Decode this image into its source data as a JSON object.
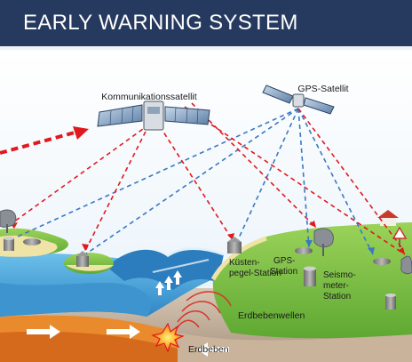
{
  "header": {
    "title": "EARLY WARNING SYSTEM"
  },
  "labels": {
    "comm_satellite": "Kommunikationssatellit",
    "gps_satellite": "GPS-Satellit",
    "coastal_station_1": "Küsten-",
    "coastal_station_2": "pegel-Station",
    "gps_station_1": "GPS-",
    "gps_station_2": "Station",
    "seismometer_1": "Seismo-",
    "seismometer_2": "meter-",
    "seismometer_3": "Station",
    "earthquake_waves": "Erdbebenwellen",
    "earthquake": "Erdbeben"
  },
  "colors": {
    "header_bg": "#26395f",
    "signal_red": "#e0191e",
    "signal_blue": "#3a78c2",
    "sea": "#4aa6d8",
    "land": "#7cc241",
    "sand": "#efe3a6"
  }
}
